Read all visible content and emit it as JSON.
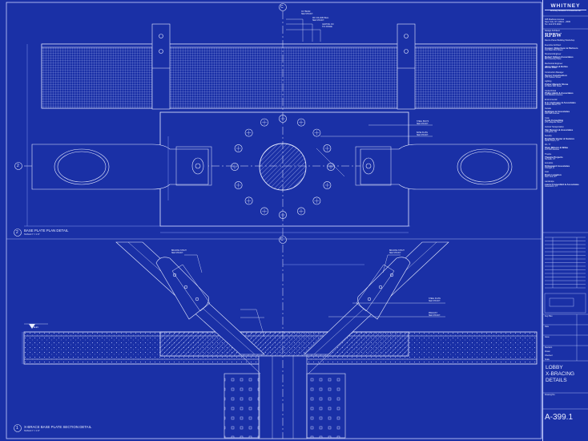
{
  "title_block": {
    "firm": "WHITNEY",
    "firm_sub": "Whitney Museum of American Art",
    "address": [
      "945 Madison Avenue",
      "New York, NY 10021 - 2505",
      "Tel. 212.570.3600"
    ],
    "architect_role": "Design Architect",
    "architect": "RPBW",
    "architect_full": "Renzo Piano Building Workshop",
    "consultants": [
      {
        "role": "Executive Architect",
        "name": "Cooper, Robertson & Partners",
        "addr": "311 West 43rd Street"
      },
      {
        "role": "Structural Engineer",
        "name": "Robert Silman Associates",
        "addr": "88 University Place"
      },
      {
        "role": "Mechanical Engineer",
        "name": "Jaros Baum & Bolles",
        "addr": "80 Pine Street"
      },
      {
        "role": "Construction Manager",
        "name": "Turner Construction",
        "addr": "375 Hudson Street"
      },
      {
        "role": "Lighting",
        "name": "Fisher Marantz Stone",
        "addr": "22 West 19th Street"
      },
      {
        "role": "Geotechnical",
        "name": "Philip Habib & Associates",
        "addr": "102 Madison Avenue"
      },
      {
        "role": "Environmental",
        "name": "S.A. Hydrogeo & Associates",
        "addr": "Pelham Manor, NY"
      },
      {
        "role": "Facade",
        "name": "Heintges & Associates",
        "addr": "100 Park Avenue"
      },
      {
        "role": "Code",
        "name": "Code Consulting",
        "addr": "270 Lafayette Street"
      },
      {
        "role": "Vertical Transportation",
        "name": "Van Deusen & Associates",
        "addr": "Livingston, NJ"
      },
      {
        "role": "Security",
        "name": "Ducibella Venter & Santore",
        "addr": "North Haven, CT"
      },
      {
        "role": "AV / IT",
        "name": "Shen Milsom & Wilke",
        "addr": "417 Fifth Avenue"
      },
      {
        "role": "Theatre",
        "name": "Theatre Projects",
        "addr": "Norwalk, CT"
      },
      {
        "role": "Acoustics",
        "name": "Kirkegaard Associates",
        "addr": "Chicago, IL"
      },
      {
        "role": "Cost",
        "name": "Davis Langdon",
        "addr": "New York, NY"
      },
      {
        "role": "Landscape",
        "name": "Laura Cronenfeld & Associates",
        "addr": "Greenwich, CT"
      }
    ],
    "field_labels": [
      "Key Plan",
      "Date",
      "Issue",
      "Revision",
      "Drawn",
      "Checked",
      "Scale",
      "Drawing No."
    ],
    "sheet_title": "LOBBY\nX-BRACING\nDETAILS",
    "sheet_number": "A-399.1"
  },
  "details": [
    {
      "number": "2",
      "title": "BASE PLATE PLAN DETAIL",
      "scale": "SCALE 1\" = 1'-0\""
    },
    {
      "number": "1",
      "title": "X-BRACE BASE PLATE SECTION DETAIL",
      "scale": "SCALE 1\" = 1'-0\""
    }
  ],
  "grid_bubbles": {
    "top_column": "C",
    "side_row": "2",
    "section_column": "C"
  },
  "annotations": {
    "top_1": "CLT BEAM\nSEE STRUCT.",
    "top_2": "WF COLUMN BELL\nSEE STRUCT.",
    "top_3": "GRATING ON\nSTL FRAME",
    "mid_1": "STEEL BOLTS\nSEE STRUCT.",
    "mid_2": "BASE PLATE\nSEE STRUCT.",
    "sec_1": "BRACING STRUT\nSEE STRUCT.",
    "sec_2": "BRACING STRUT\nSEE STRUCT.",
    "sec_3": "STEEL PLATE\nSEE STRUCT.",
    "sec_4": "PRECAST\nSEE STRUCT.",
    "elev": "ELEV."
  },
  "colors": {
    "sheet": "#1a30a6",
    "line": "#e8ecff",
    "dim": "#9fb0ff"
  }
}
